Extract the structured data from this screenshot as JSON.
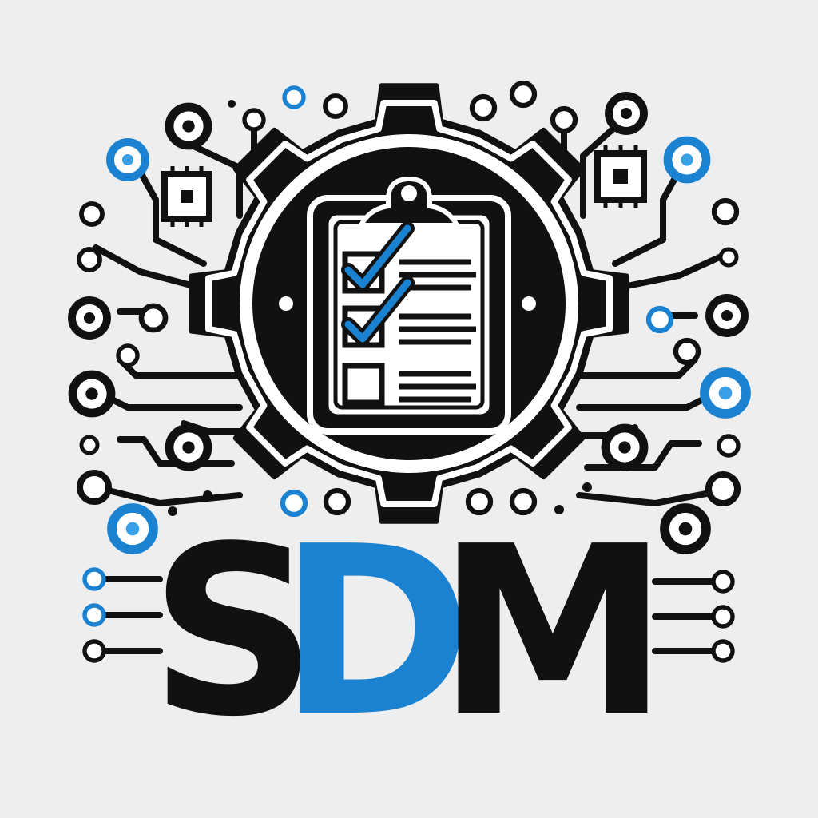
{
  "logo": {
    "letters": [
      {
        "char": "S",
        "color": "#111111"
      },
      {
        "char": "D",
        "color": "#1a82d0"
      },
      {
        "char": "M",
        "color": "#111111"
      }
    ]
  },
  "colors": {
    "background": "#eeeeee",
    "ink": "#111111",
    "accent": "#1a82d0",
    "accent_light": "#3aa0e6",
    "paper": "#ffffff"
  },
  "icons": {
    "emblem": "gear-icon",
    "document": "clipboard-icon",
    "checks": "checkmark-icon",
    "decor": "circuit-node-icon"
  },
  "checklist": {
    "items": [
      {
        "checked": true
      },
      {
        "checked": true
      },
      {
        "checked": false
      }
    ]
  }
}
